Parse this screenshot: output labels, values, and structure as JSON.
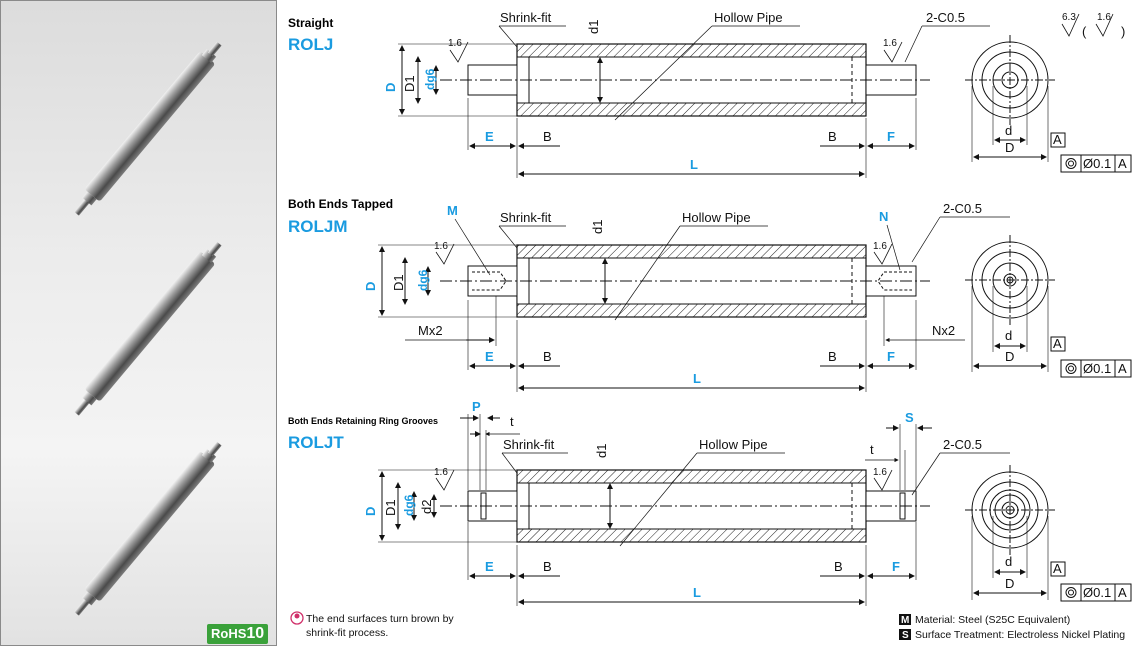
{
  "rohs": {
    "prefix": "RoHS",
    "num": "10"
  },
  "views": [
    {
      "subtitle": "Straight",
      "name": "ROLJ"
    },
    {
      "subtitle": "Both Ends Tapped",
      "name": "ROLJM"
    },
    {
      "subtitle": "Both Ends Retaining Ring Grooves",
      "name": "ROLJT"
    }
  ],
  "labels": {
    "shrink_fit": "Shrink-fit",
    "hollow_pipe": "Hollow Pipe",
    "chamfer": "2-C0.5",
    "d1": "d1",
    "D": "D",
    "D1": "D1",
    "dg6": "dg6",
    "d2": "d2",
    "E": "E",
    "B": "B",
    "F": "F",
    "L": "L",
    "M": "M",
    "N": "N",
    "Mx2": "Mx2",
    "Nx2": "Nx2",
    "P": "P",
    "S": "S",
    "t": "t",
    "d": "d",
    "A": "A",
    "roughness": "1.6",
    "surface_main": "6.3",
    "surface_paren": "1.6",
    "tolerance": "Ø0.1",
    "tol_ref": "A"
  },
  "notes": {
    "brown": "The end surfaces turn brown by",
    "brown2": "shrink-fit process.",
    "material_tag": "M",
    "material": "Material: Steel (S25C Equivalent)",
    "surface_tag": "S",
    "surface": "Surface Treatment: Electroless Nickel Plating"
  },
  "colors": {
    "accent": "#1a9be0",
    "rohs": "#3aa13a"
  }
}
